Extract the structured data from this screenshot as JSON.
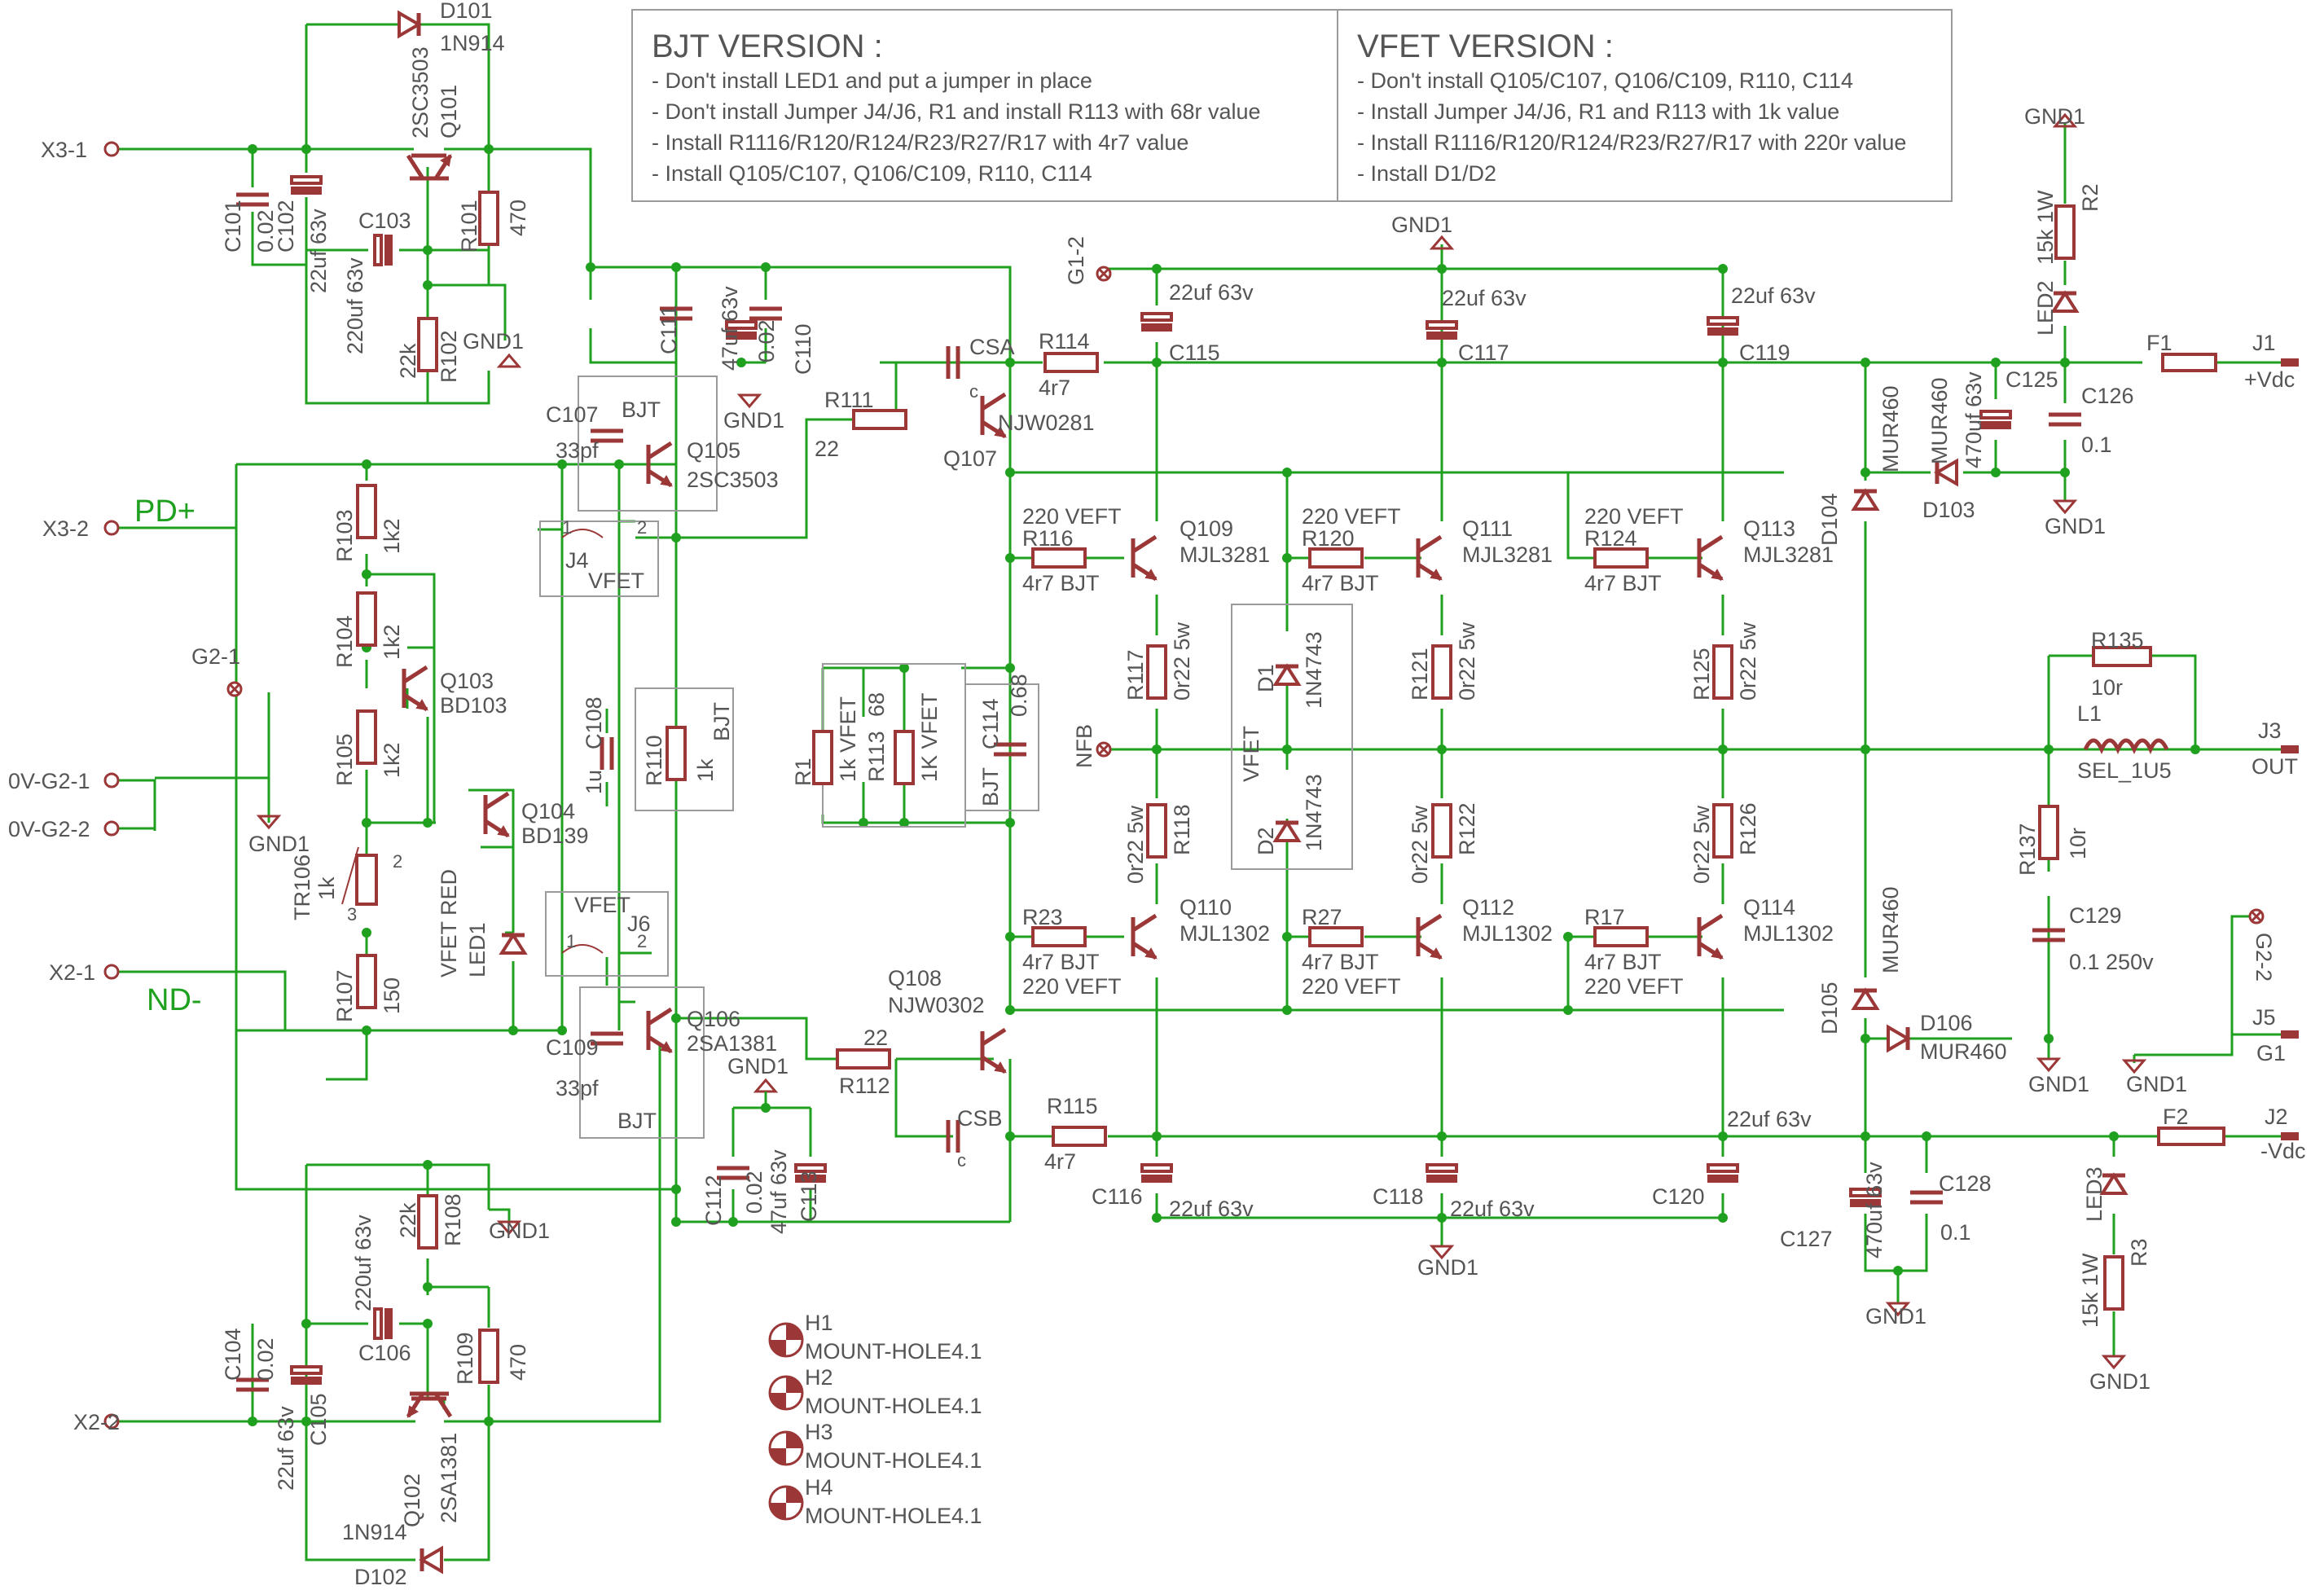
{
  "notes": {
    "bjt_title": "BJT VERSION :",
    "bjt_lines": [
      "- Don't install LED1 and put a jumper in place",
      "- Don't install Jumper J4/J6, R1 and install R113 with 68r value",
      "- Install R1116/R120/R124/R23/R27/R17 with 4r7 value",
      "- Install Q105/C107, Q106/C109, R110, C114"
    ],
    "vfet_title": "VFET VERSION :",
    "vfet_lines": [
      "- Don't install Q105/C107, Q106/C109, R110, C114",
      "- Install Jumper J4/J6, R1 and  R113 with 1k value",
      "- Install R1116/R120/R124/R23/R27/R17 with 220r value",
      "- Install D1/D2"
    ]
  },
  "net_labels": {
    "pd": "PD+",
    "nd": "ND-"
  },
  "connectors": {
    "x3_1": "X3-1",
    "x3_2": "X3-2",
    "g2_1": "G2-1",
    "v0_g2_1": "0V-G2-1",
    "v0_g2_2": "0V-G2-2",
    "x2_1": "X2-1",
    "x2_2": "X2-2",
    "g1_2": "G1-2",
    "nfb": "NFB",
    "g2_2": "G2-2",
    "j1": "J1",
    "j1_val": "+Vdc",
    "j2": "J2",
    "j2_val": "-Vdc",
    "j3": "J3",
    "j3_val": "OUT",
    "j5": "J5",
    "j5_val": "G1"
  },
  "gnd": "GND1",
  "components": {
    "d101": [
      "D101",
      "1N914"
    ],
    "d102": [
      "1N914",
      "D102"
    ],
    "q101": [
      "2SC3503",
      "Q101"
    ],
    "q102": [
      "Q102",
      "2SA1381"
    ],
    "c101": [
      "C101",
      "0.02"
    ],
    "c102": [
      "C102",
      "22uf 63v"
    ],
    "c103": [
      "C103",
      "220uf 63v"
    ],
    "r101": [
      "R101",
      "470"
    ],
    "r102": [
      "22k",
      "R102"
    ],
    "c104": [
      "C104",
      "0.02"
    ],
    "c105": [
      "22uf 63v",
      "C105"
    ],
    "c106": [
      "220uf 63v",
      "C106"
    ],
    "r108": [
      "22k",
      "R108"
    ],
    "r109": [
      "R109",
      "470"
    ],
    "c111": [
      "C111"
    ],
    "c112": [
      "C112",
      "0.02"
    ],
    "c113": [
      "47uf 63v",
      "C113"
    ],
    "c110": [
      "47uf 63v",
      "0.02",
      "C110"
    ],
    "c107": [
      "C107",
      "33pf"
    ],
    "c109": [
      "C109",
      "33pf"
    ],
    "q105": [
      "Q105",
      "2SC3503"
    ],
    "q106": [
      "Q106",
      "2SA1381"
    ],
    "j4": [
      "J4",
      "VFET",
      "1",
      "2"
    ],
    "j6": [
      "VFET",
      "J6",
      "1",
      "2"
    ],
    "bjt": "BJT",
    "r103": [
      "R103",
      "1k2"
    ],
    "r104": [
      "R104",
      "1k2"
    ],
    "r105": [
      "R105",
      "1k2"
    ],
    "q103": [
      "Q103",
      "BD103"
    ],
    "q104": [
      "Q104",
      "BD139"
    ],
    "tr106": [
      "TR106",
      "1k",
      "2",
      "3"
    ],
    "r107": [
      "R107",
      "150"
    ],
    "led1": [
      "VFET RED",
      "LED1"
    ],
    "c108": [
      "C108",
      "1u"
    ],
    "r110": [
      "R110",
      "1k"
    ],
    "r1": [
      "R1",
      "1k VFET"
    ],
    "r113": [
      "R113",
      "68",
      "1K VFET"
    ],
    "c114": [
      "C114",
      "0.68",
      "BJT"
    ],
    "csa": [
      "CSA",
      "c"
    ],
    "csb": [
      "CSB",
      "c"
    ],
    "r111": [
      "R111",
      "22"
    ],
    "r112": [
      "22",
      "R112"
    ],
    "r114": [
      "R114",
      "4r7"
    ],
    "r115": [
      "R115",
      "4r7"
    ],
    "q107": [
      "NJW0281",
      "Q107"
    ],
    "q108": [
      "Q108",
      "NJW0302"
    ],
    "c115": [
      "22uf 63v",
      "C115"
    ],
    "c117": [
      "22uf 63v",
      "C117"
    ],
    "c119": [
      "22uf 63v",
      "C119"
    ],
    "c116": [
      "C116",
      "22uf 63v"
    ],
    "c118": [
      "C118",
      "22uf 63v"
    ],
    "c120": [
      "22uf 63v",
      "C120"
    ],
    "r116": [
      "220 VEFT",
      "R116",
      "4r7 BJT"
    ],
    "r120": [
      "220 VEFT",
      "R120",
      "4r7 BJT"
    ],
    "r124": [
      "220 VEFT",
      "R124",
      "4r7 BJT"
    ],
    "q109": [
      "Q109",
      "MJL3281"
    ],
    "q111": [
      "Q111",
      "MJL3281"
    ],
    "q113": [
      "Q113",
      "MJL3281"
    ],
    "r117": [
      "R117",
      "0r22 5w"
    ],
    "r121": [
      "R121",
      "0r22 5w"
    ],
    "r125": [
      "R125",
      "0r22 5w"
    ],
    "r118": [
      "0r22 5w",
      "R118"
    ],
    "r122": [
      "0r22 5w",
      "R122"
    ],
    "r126": [
      "0r22 5w",
      "R126"
    ],
    "r23": [
      "R23",
      "4r7 BJT",
      "220 VEFT"
    ],
    "r27": [
      "R27",
      "4r7 BJT",
      "220 VEFT"
    ],
    "r17": [
      "R17",
      "4r7 BJT",
      "220 VEFT"
    ],
    "q110": [
      "Q110",
      "MJL1302"
    ],
    "q112": [
      "Q112",
      "MJL1302"
    ],
    "q114": [
      "Q114",
      "MJL1302"
    ],
    "d1": [
      "D1",
      "1N4743"
    ],
    "d2": [
      "D2",
      "1N4743"
    ],
    "vfet": "VFET",
    "d104": [
      "D104",
      "MUR460"
    ],
    "d105": [
      "D105",
      "MUR460"
    ],
    "d103": [
      "MUR460",
      "D103"
    ],
    "d106": [
      "D106",
      "MUR460"
    ],
    "c125": [
      "C125",
      "470uf 63v"
    ],
    "c126": [
      "C126",
      "0.1"
    ],
    "c127": [
      "C127",
      "470uf 63v"
    ],
    "c128": [
      "C128",
      "0.1"
    ],
    "r2": [
      "R2",
      "15k 1W"
    ],
    "led2": [
      "LED2"
    ],
    "r3": [
      "R3",
      "15k 1W"
    ],
    "led3": [
      "LED3"
    ],
    "f1": "F1",
    "f2": "F2",
    "r135": [
      "R135",
      "10r"
    ],
    "l1": [
      "L1",
      "SEL_1U5"
    ],
    "r137": [
      "R137",
      "10r"
    ],
    "c129": [
      "C129",
      "0.1 250v"
    ],
    "c120b": "22uf 63v",
    "h1": [
      "H1",
      "MOUNT-HOLE4.1"
    ],
    "h2": [
      "H2",
      "MOUNT-HOLE4.1"
    ],
    "h3": [
      "H3",
      "MOUNT-HOLE4.1"
    ],
    "h4": [
      "H4",
      "MOUNT-HOLE4.1"
    ]
  }
}
